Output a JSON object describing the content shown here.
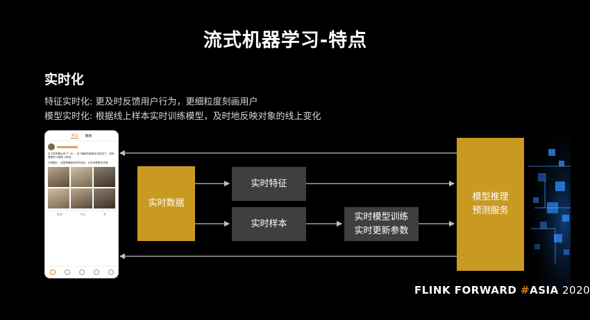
{
  "slide": {
    "title": "流式机器学习-特点",
    "section_heading": "实时化",
    "lines": [
      "特征实时化: 更及时反馈用户行为，更细粒度刻画用户",
      "模型实时化: 根据线上样本实时训练模型，及时地反映对象的线上变化"
    ]
  },
  "diagram": {
    "realtime_data": "实时数据",
    "realtime_features": "实时特征",
    "realtime_samples": "实时样本",
    "training_line1": "实时模型训练",
    "training_line2": "实时更新参数",
    "inference_line1": "模型推理",
    "inference_line2": "预测服务"
  },
  "phone": {
    "tab_active": "关注",
    "tab_other": "推荐",
    "post_text": "这下真的要出来了！@ ... 这下最新的新款手机发布了，快来看看吧 #推荐 #新品",
    "post_text2": "分享图片：这里是最新发布的内容，点击查看更多详情",
    "footer_actions": [
      "转发",
      "评论",
      "赞"
    ]
  },
  "brand": {
    "left": "FLINK FORWARD ",
    "hash": "#",
    "asia": "ASIA",
    "year": " 2020"
  },
  "colors": {
    "accent_gold": "#c99a22",
    "box_gray": "#3f3f3f",
    "arrow": "#bfbfbf",
    "brand_hash": "#e07a10"
  }
}
